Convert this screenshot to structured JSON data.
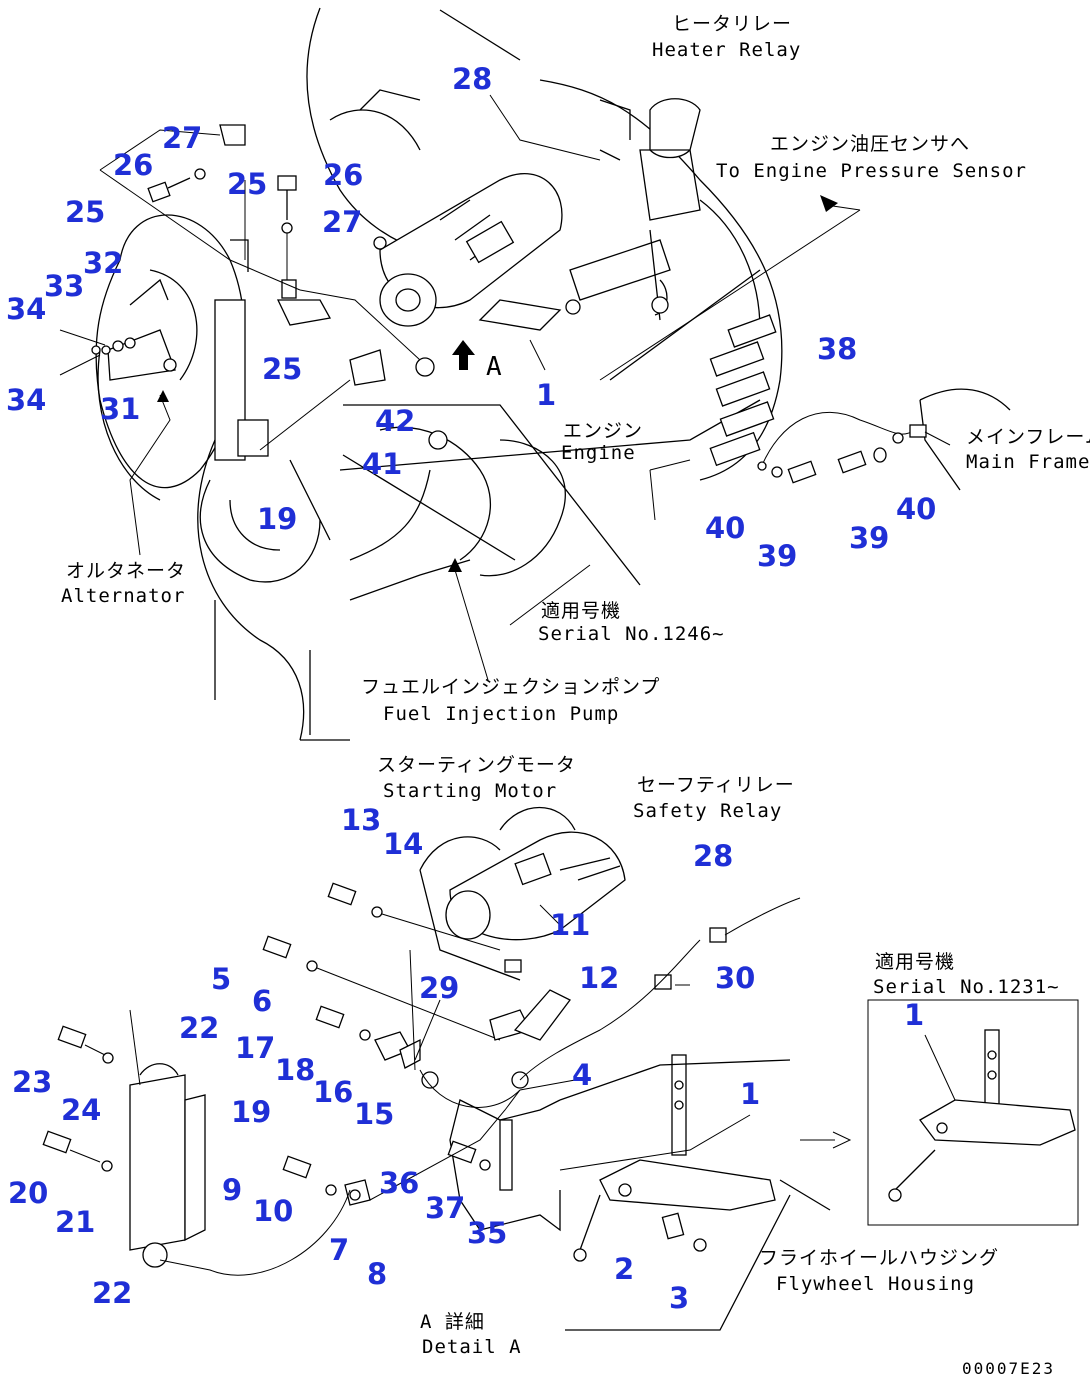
{
  "callouts": [
    {
      "id": "c1",
      "text": "28"
    },
    {
      "id": "c2",
      "text": "27"
    },
    {
      "id": "c3",
      "text": "26"
    },
    {
      "id": "c4",
      "text": "25"
    },
    {
      "id": "c5",
      "text": "26"
    },
    {
      "id": "c6",
      "text": "25"
    },
    {
      "id": "c7",
      "text": "27"
    },
    {
      "id": "c8",
      "text": "32"
    },
    {
      "id": "c9",
      "text": "33"
    },
    {
      "id": "c10",
      "text": "34"
    },
    {
      "id": "c11",
      "text": "25"
    },
    {
      "id": "c12",
      "text": "34"
    },
    {
      "id": "c13",
      "text": "31"
    },
    {
      "id": "c14",
      "text": "1"
    },
    {
      "id": "c15",
      "text": "42"
    },
    {
      "id": "c16",
      "text": "41"
    },
    {
      "id": "c17",
      "text": "19"
    },
    {
      "id": "c18",
      "text": "38"
    },
    {
      "id": "c19",
      "text": "40"
    },
    {
      "id": "c20",
      "text": "39"
    },
    {
      "id": "c21",
      "text": "39"
    },
    {
      "id": "c22",
      "text": "40"
    },
    {
      "id": "c23",
      "text": "13"
    },
    {
      "id": "c24",
      "text": "14"
    },
    {
      "id": "c25",
      "text": "28"
    },
    {
      "id": "c26",
      "text": "11"
    },
    {
      "id": "c27",
      "text": "12"
    },
    {
      "id": "c28",
      "text": "30"
    },
    {
      "id": "c29",
      "text": "5"
    },
    {
      "id": "c30",
      "text": "6"
    },
    {
      "id": "c31",
      "text": "29"
    },
    {
      "id": "c32",
      "text": "22"
    },
    {
      "id": "c33",
      "text": "17"
    },
    {
      "id": "c34",
      "text": "18"
    },
    {
      "id": "c35",
      "text": "16"
    },
    {
      "id": "c36",
      "text": "15"
    },
    {
      "id": "c37",
      "text": "4"
    },
    {
      "id": "c38",
      "text": "23"
    },
    {
      "id": "c39",
      "text": "24"
    },
    {
      "id": "c40",
      "text": "19"
    },
    {
      "id": "c41",
      "text": "1"
    },
    {
      "id": "c42",
      "text": "1"
    },
    {
      "id": "c43",
      "text": "20"
    },
    {
      "id": "c44",
      "text": "21"
    },
    {
      "id": "c45",
      "text": "9"
    },
    {
      "id": "c46",
      "text": "10"
    },
    {
      "id": "c47",
      "text": "36"
    },
    {
      "id": "c48",
      "text": "37"
    },
    {
      "id": "c49",
      "text": "35"
    },
    {
      "id": "c50",
      "text": "7"
    },
    {
      "id": "c51",
      "text": "8"
    },
    {
      "id": "c52",
      "text": "2"
    },
    {
      "id": "c53",
      "text": "3"
    },
    {
      "id": "c54",
      "text": "22"
    }
  ],
  "labels": {
    "heater_relay_jp": "ヒータリレー",
    "heater_relay_en": "Heater Relay",
    "pressure_sensor_jp": "エンジン油圧センサへ",
    "pressure_sensor_en": "To Engine Pressure Sensor",
    "view_arrow": "A",
    "engine_jp": "エンジン",
    "engine_en": "Engine",
    "main_frame_jp": "メインフレーム",
    "main_frame_en": "Main Frame",
    "alternator_jp": "オルタネータ",
    "alternator_en": "Alternator",
    "serial_top_jp": "適用号機",
    "serial_top_en": "Serial No.1246~",
    "fuel_pump_jp": "フュエルインジェクションポンプ",
    "fuel_pump_en": "Fuel Injection Pump",
    "starting_motor_jp": "スターティングモータ",
    "starting_motor_en": "Starting Motor",
    "safety_relay_jp": "セーフティリレー",
    "safety_relay_en": "Safety Relay",
    "serial_inset_jp": "適用号機",
    "serial_inset_en": "Serial No.1231~",
    "flywheel_jp": "フライホイールハウジング",
    "flywheel_en": "Flywheel Housing",
    "detail_jp": "A 詳細",
    "detail_en": "Detail A",
    "drawing_code": "00007E23"
  }
}
